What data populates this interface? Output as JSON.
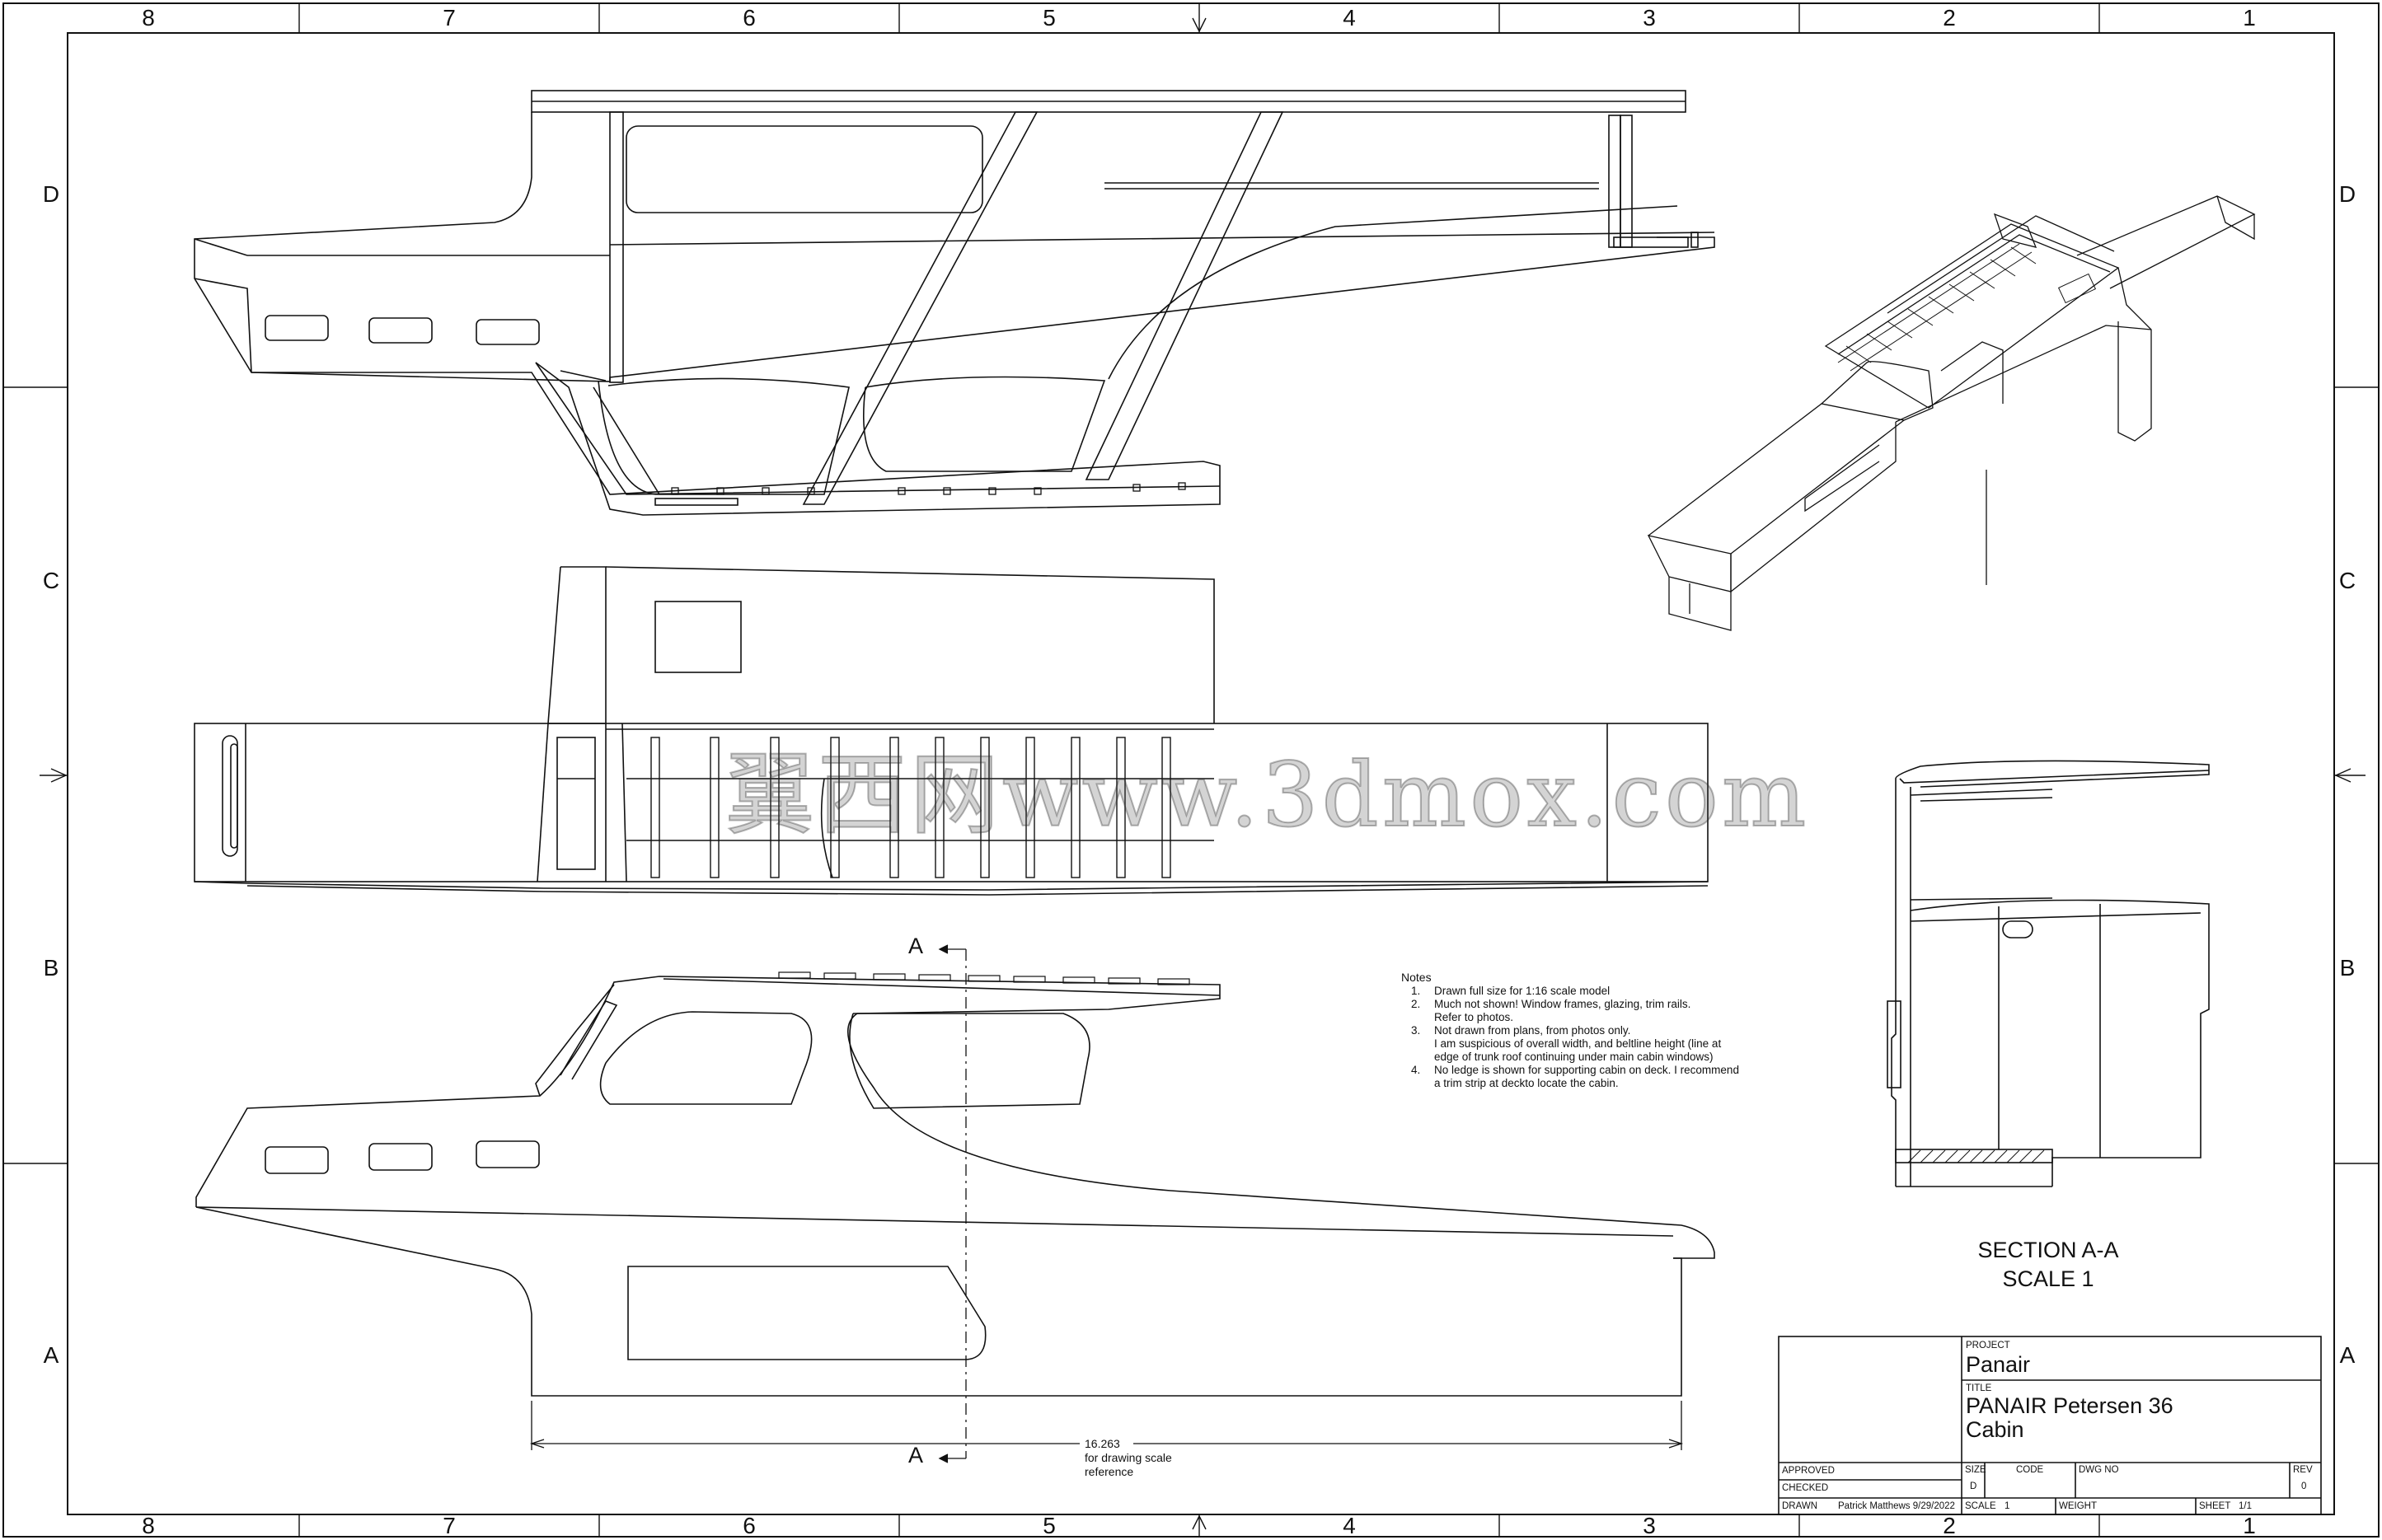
{
  "border": {
    "columns": [
      "8",
      "7",
      "6",
      "5",
      "4",
      "3",
      "2",
      "1"
    ],
    "rows": [
      "D",
      "C",
      "B",
      "A"
    ]
  },
  "notes": {
    "heading": "Notes",
    "items": [
      {
        "num": "1.",
        "lines": [
          "Drawn full size for 1:16 scale model"
        ]
      },
      {
        "num": "2.",
        "lines": [
          "Much not shown! Window frames, glazing, trim rails.",
          "Refer to photos."
        ]
      },
      {
        "num": "3.",
        "lines": [
          "Not drawn from plans, from photos only.",
          "I am suspicious of overall width, and beltline height (line at",
          "edge of trunk roof continuing under main cabin windows)"
        ]
      },
      {
        "num": "4.",
        "lines": [
          "No ledge is shown for supporting cabin on deck. I recommend",
          "a trim strip at deckto locate the cabin."
        ]
      }
    ]
  },
  "section": {
    "title": "SECTION A-A",
    "scale": "SCALE 1",
    "cut_label": "A"
  },
  "dimension": {
    "value": "16.263",
    "note_line1": "for drawing scale",
    "note_line2": "reference"
  },
  "watermark": "翼西网www.3dmox.com",
  "title_block": {
    "project_label": "PROJECT",
    "project": "Panair",
    "title_label": "TITLE",
    "title_line1": "PANAIR Petersen 36",
    "title_line2": "Cabin",
    "approved_label": "APPROVED",
    "checked_label": "CHECKED",
    "drawn_label": "DRAWN",
    "drawn_by": "Patrick Matthews 9/29/2022",
    "size_label": "SIZE",
    "size": "D",
    "code_label": "CODE",
    "dwg_label": "DWG NO",
    "rev_label": "REV",
    "rev": "0",
    "scale_label": "SCALE",
    "scale": "1",
    "weight_label": "WEIGHT",
    "sheet_label": "SHEET",
    "sheet": "1/1"
  }
}
